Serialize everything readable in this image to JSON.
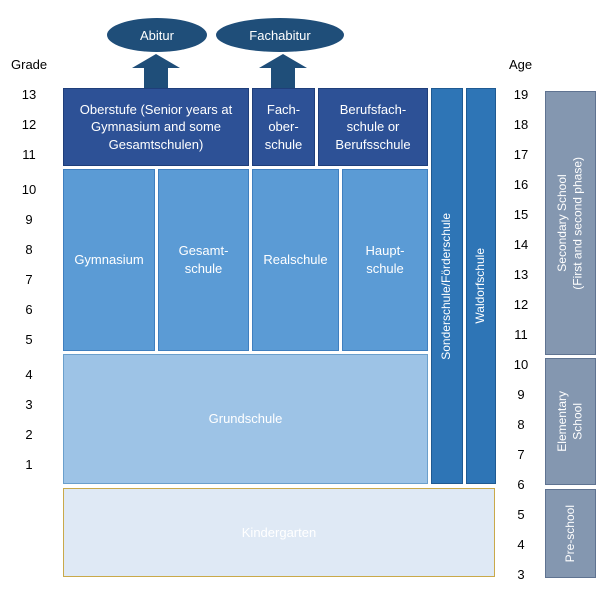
{
  "qualifications": {
    "abitur": "Abitur",
    "fachabitur": "Fachabitur"
  },
  "headers": {
    "grade": "Grade",
    "age": "Age"
  },
  "grades": [
    "13",
    "12",
    "11",
    "10",
    "9",
    "8",
    "7",
    "6",
    "5",
    "4",
    "3",
    "2",
    "1"
  ],
  "ages": [
    "19",
    "18",
    "17",
    "16",
    "15",
    "14",
    "13",
    "12",
    "11",
    "10",
    "9",
    "8",
    "7",
    "6",
    "5",
    "4",
    "3"
  ],
  "upper": {
    "oberstufe": "Oberstufe (Senior years at\nGymnasium and some\nGesamtschulen)",
    "fachoberschule": "Fach-\nober-\nschule",
    "berufsfachschule": "Berufsfach-\nschule or\nBerufsschule"
  },
  "secondary": {
    "gymnasium": "Gymnasium",
    "gesamtschule": "Gesamt-\nschule",
    "realschule": "Realschule",
    "hauptschule": "Haupt-\nschule"
  },
  "special": {
    "sonderschule": "Sonderschule/Förderschule",
    "waldorfschule": "Waldorfschule"
  },
  "primary": {
    "grundschule": "Grundschule",
    "kindergarten": "Kindergarten"
  },
  "phases": {
    "secondary": "Secondary School\n(First and second phase)",
    "elementary": "Elementary\nSchool",
    "preschool": "Pre-school"
  }
}
